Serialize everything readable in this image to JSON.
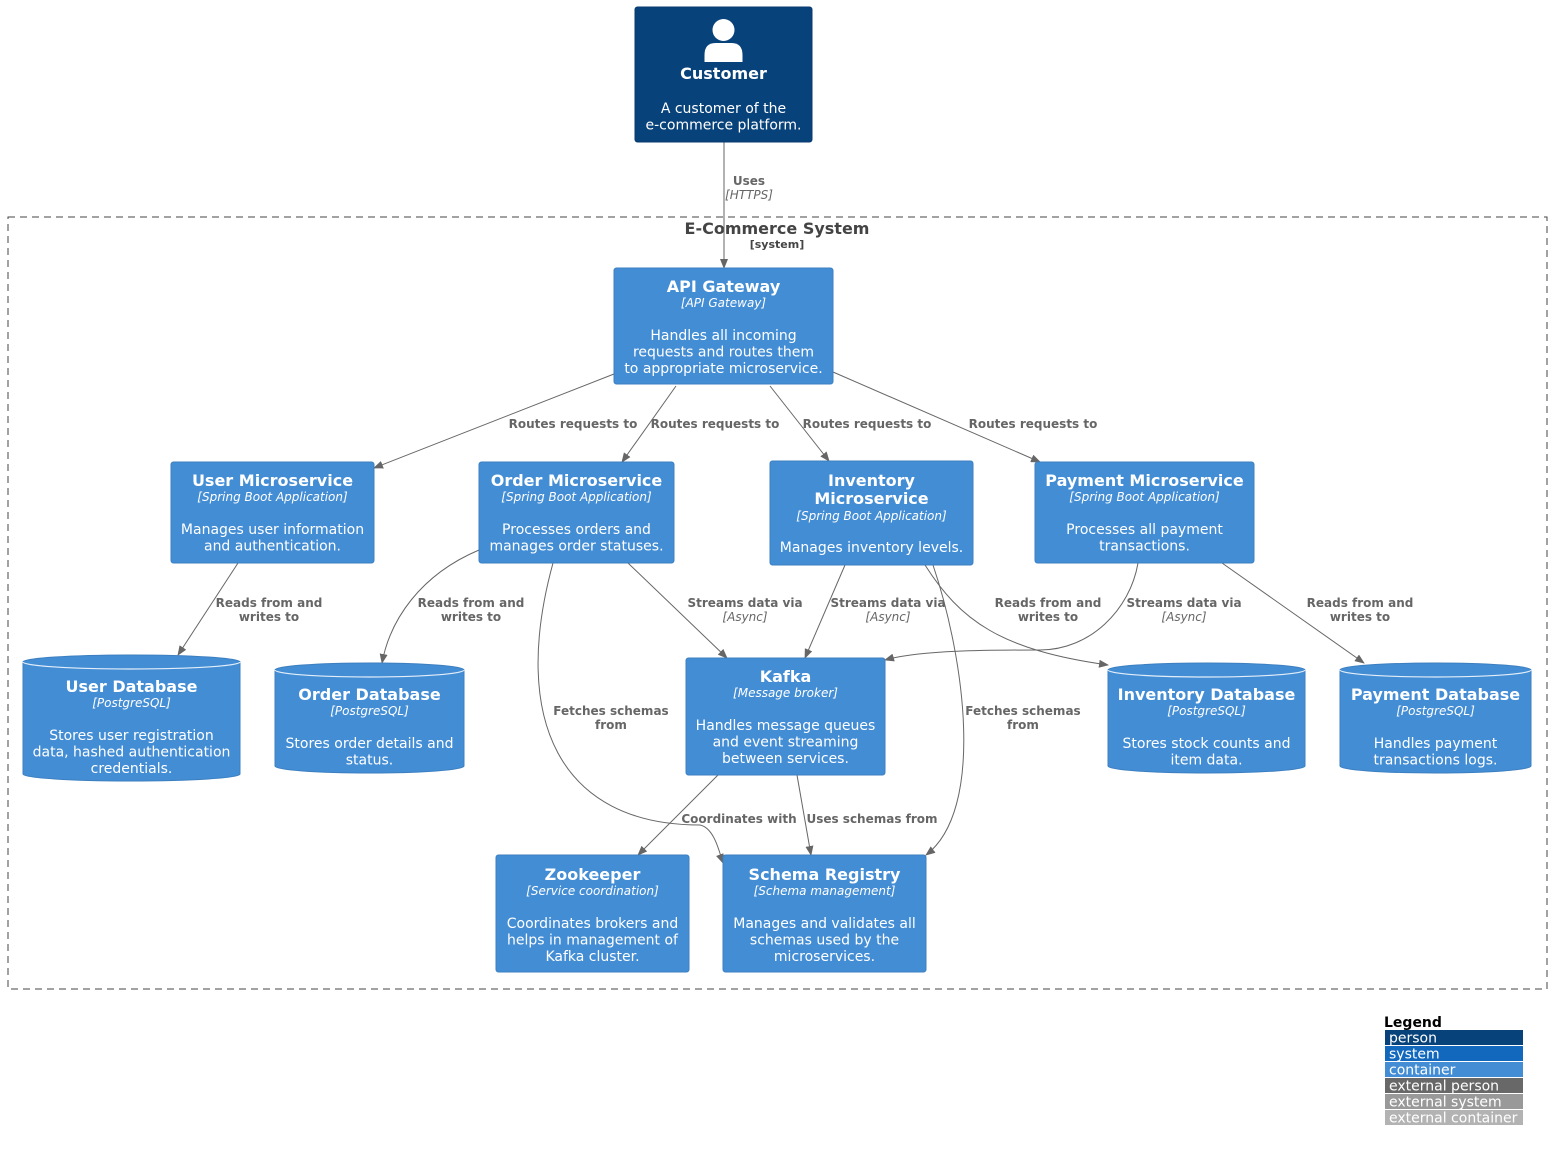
{
  "colors": {
    "person": "#08427B",
    "container": "#438DD5",
    "arrow": "#666666",
    "boundary": "#444444"
  },
  "boundary": {
    "title": "E-Commerce System",
    "type": "[system]"
  },
  "nodes": {
    "customer": {
      "title": [
        "Customer"
      ],
      "tech": "",
      "desc": [
        "A customer of the",
        "e-commerce platform."
      ],
      "icon": "person-icon"
    },
    "gateway": {
      "title": [
        "API Gateway"
      ],
      "tech": "[API Gateway]",
      "desc": [
        "Handles all incoming",
        "requests and routes them",
        "to appropriate microservice."
      ]
    },
    "user_ms": {
      "title": [
        "User Microservice"
      ],
      "tech": "[Spring Boot Application]",
      "desc": [
        "Manages user information",
        "and authentication."
      ]
    },
    "order_ms": {
      "title": [
        "Order Microservice"
      ],
      "tech": "[Spring Boot Application]",
      "desc": [
        "Processes orders and",
        "manages order statuses."
      ]
    },
    "inv_ms": {
      "title": [
        "Inventory",
        "Microservice"
      ],
      "tech": "[Spring Boot Application]",
      "desc": [
        "Manages inventory levels."
      ]
    },
    "pay_ms": {
      "title": [
        "Payment Microservice"
      ],
      "tech": "[Spring Boot Application]",
      "desc": [
        "Processes all payment",
        "transactions."
      ]
    },
    "user_db": {
      "title": [
        "User Database"
      ],
      "tech": "[PostgreSQL]",
      "desc": [
        "Stores user registration",
        "data, hashed authentication",
        "credentials."
      ]
    },
    "order_db": {
      "title": [
        "Order Database"
      ],
      "tech": "[PostgreSQL]",
      "desc": [
        "Stores order details and",
        "status."
      ]
    },
    "kafka": {
      "title": [
        "Kafka"
      ],
      "tech": "[Message broker]",
      "desc": [
        "Handles message queues",
        "and event streaming",
        "between services."
      ]
    },
    "inv_db": {
      "title": [
        "Inventory Database"
      ],
      "tech": "[PostgreSQL]",
      "desc": [
        "Stores stock counts and",
        "item data."
      ]
    },
    "pay_db": {
      "title": [
        "Payment Database"
      ],
      "tech": "[PostgreSQL]",
      "desc": [
        "Handles payment",
        "transactions logs."
      ]
    },
    "zookeeper": {
      "title": [
        "Zookeeper"
      ],
      "tech": "[Service coordination]",
      "desc": [
        "Coordinates brokers and",
        "helps in management of",
        "Kafka cluster."
      ]
    },
    "registry": {
      "title": [
        "Schema Registry"
      ],
      "tech": "[Schema management]",
      "desc": [
        "Manages and validates all",
        "schemas used by the",
        "microservices."
      ]
    }
  },
  "edges": [
    {
      "id": "uses",
      "from": "customer",
      "to": "gateway",
      "label": [
        "Uses"
      ],
      "tech": "[HTTPS]"
    },
    {
      "id": "gw-user",
      "from": "gateway",
      "to": "user_ms",
      "label": [
        "Routes requests to"
      ],
      "tech": ""
    },
    {
      "id": "gw-order",
      "from": "gateway",
      "to": "order_ms",
      "label": [
        "Routes requests to"
      ],
      "tech": ""
    },
    {
      "id": "gw-inv",
      "from": "gateway",
      "to": "inv_ms",
      "label": [
        "Routes requests to"
      ],
      "tech": ""
    },
    {
      "id": "gw-pay",
      "from": "gateway",
      "to": "pay_ms",
      "label": [
        "Routes requests to"
      ],
      "tech": ""
    },
    {
      "id": "user-db",
      "from": "user_ms",
      "to": "user_db",
      "label": [
        "Reads from and",
        "writes to"
      ],
      "tech": ""
    },
    {
      "id": "order-db",
      "from": "order_ms",
      "to": "order_db",
      "label": [
        "Reads from and",
        "writes to"
      ],
      "tech": ""
    },
    {
      "id": "order-kafka",
      "from": "order_ms",
      "to": "kafka",
      "label": [
        "Streams data via"
      ],
      "tech": "[Async]"
    },
    {
      "id": "inv-kafka",
      "from": "inv_ms",
      "to": "kafka",
      "label": [
        "Streams data via"
      ],
      "tech": "[Async]"
    },
    {
      "id": "pay-kafka",
      "from": "pay_ms",
      "to": "kafka",
      "label": [
        "Streams data via"
      ],
      "tech": "[Async]"
    },
    {
      "id": "inv-db",
      "from": "inv_ms",
      "to": "inv_db",
      "label": [
        "Reads from and",
        "writes to"
      ],
      "tech": ""
    },
    {
      "id": "pay-db",
      "from": "pay_ms",
      "to": "pay_db",
      "label": [
        "Reads from and",
        "writes to"
      ],
      "tech": ""
    },
    {
      "id": "order-registry",
      "from": "order_ms",
      "to": "registry",
      "label": [
        "Fetches schemas",
        "from"
      ],
      "tech": ""
    },
    {
      "id": "inv-registry",
      "from": "inv_ms",
      "to": "registry",
      "label": [
        "Fetches schemas",
        "from"
      ],
      "tech": ""
    },
    {
      "id": "kafka-zookeeper",
      "from": "kafka",
      "to": "zookeeper",
      "label": [
        "Coordinates with"
      ],
      "tech": ""
    },
    {
      "id": "kafka-registry",
      "from": "kafka",
      "to": "registry",
      "label": [
        "Uses schemas from"
      ],
      "tech": ""
    }
  ],
  "legend": {
    "title": "Legend",
    "items": [
      {
        "label": "person",
        "color": "#08427B"
      },
      {
        "label": "system",
        "color": "#1168BD"
      },
      {
        "label": "container",
        "color": "#438DD5"
      },
      {
        "label": "external person",
        "color": "#686868"
      },
      {
        "label": "external system",
        "color": "#999999"
      },
      {
        "label": "external container",
        "color": "#B3B3B3"
      }
    ]
  }
}
